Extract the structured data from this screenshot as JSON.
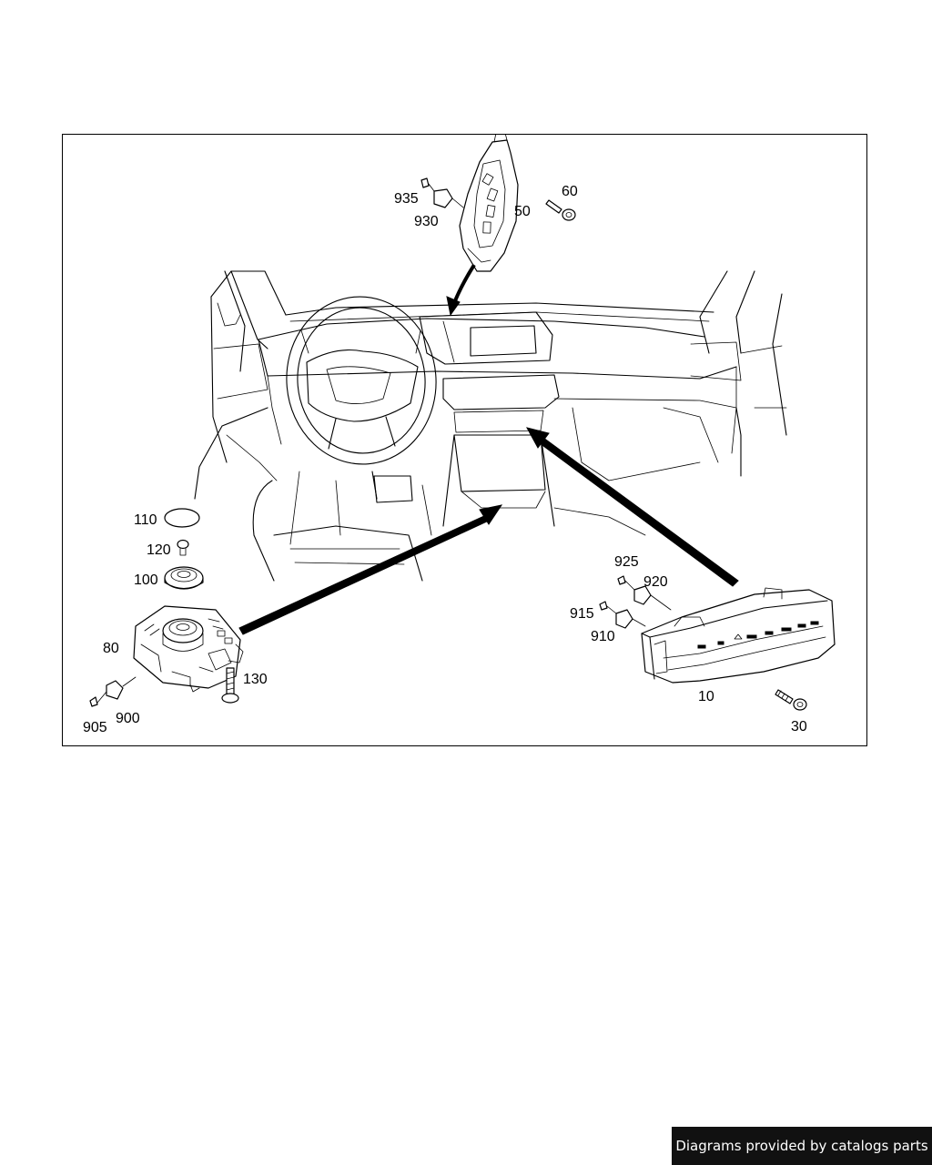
{
  "diagram": {
    "callouts": {
      "c935": "935",
      "c930": "930",
      "c50": "50",
      "c60": "60",
      "c110": "110",
      "c120": "120",
      "c100": "100",
      "c80": "80",
      "c130": "130",
      "c905": "905",
      "c900": "900",
      "c925": "925",
      "c920": "920",
      "c915": "915",
      "c910": "910",
      "c10": "10",
      "c30": "30"
    }
  },
  "footer": {
    "credit": "Diagrams provided by catalogs parts"
  },
  "colors": {
    "line": "#000000",
    "badge_bg": "#111111",
    "badge_text": "#ffffff"
  }
}
